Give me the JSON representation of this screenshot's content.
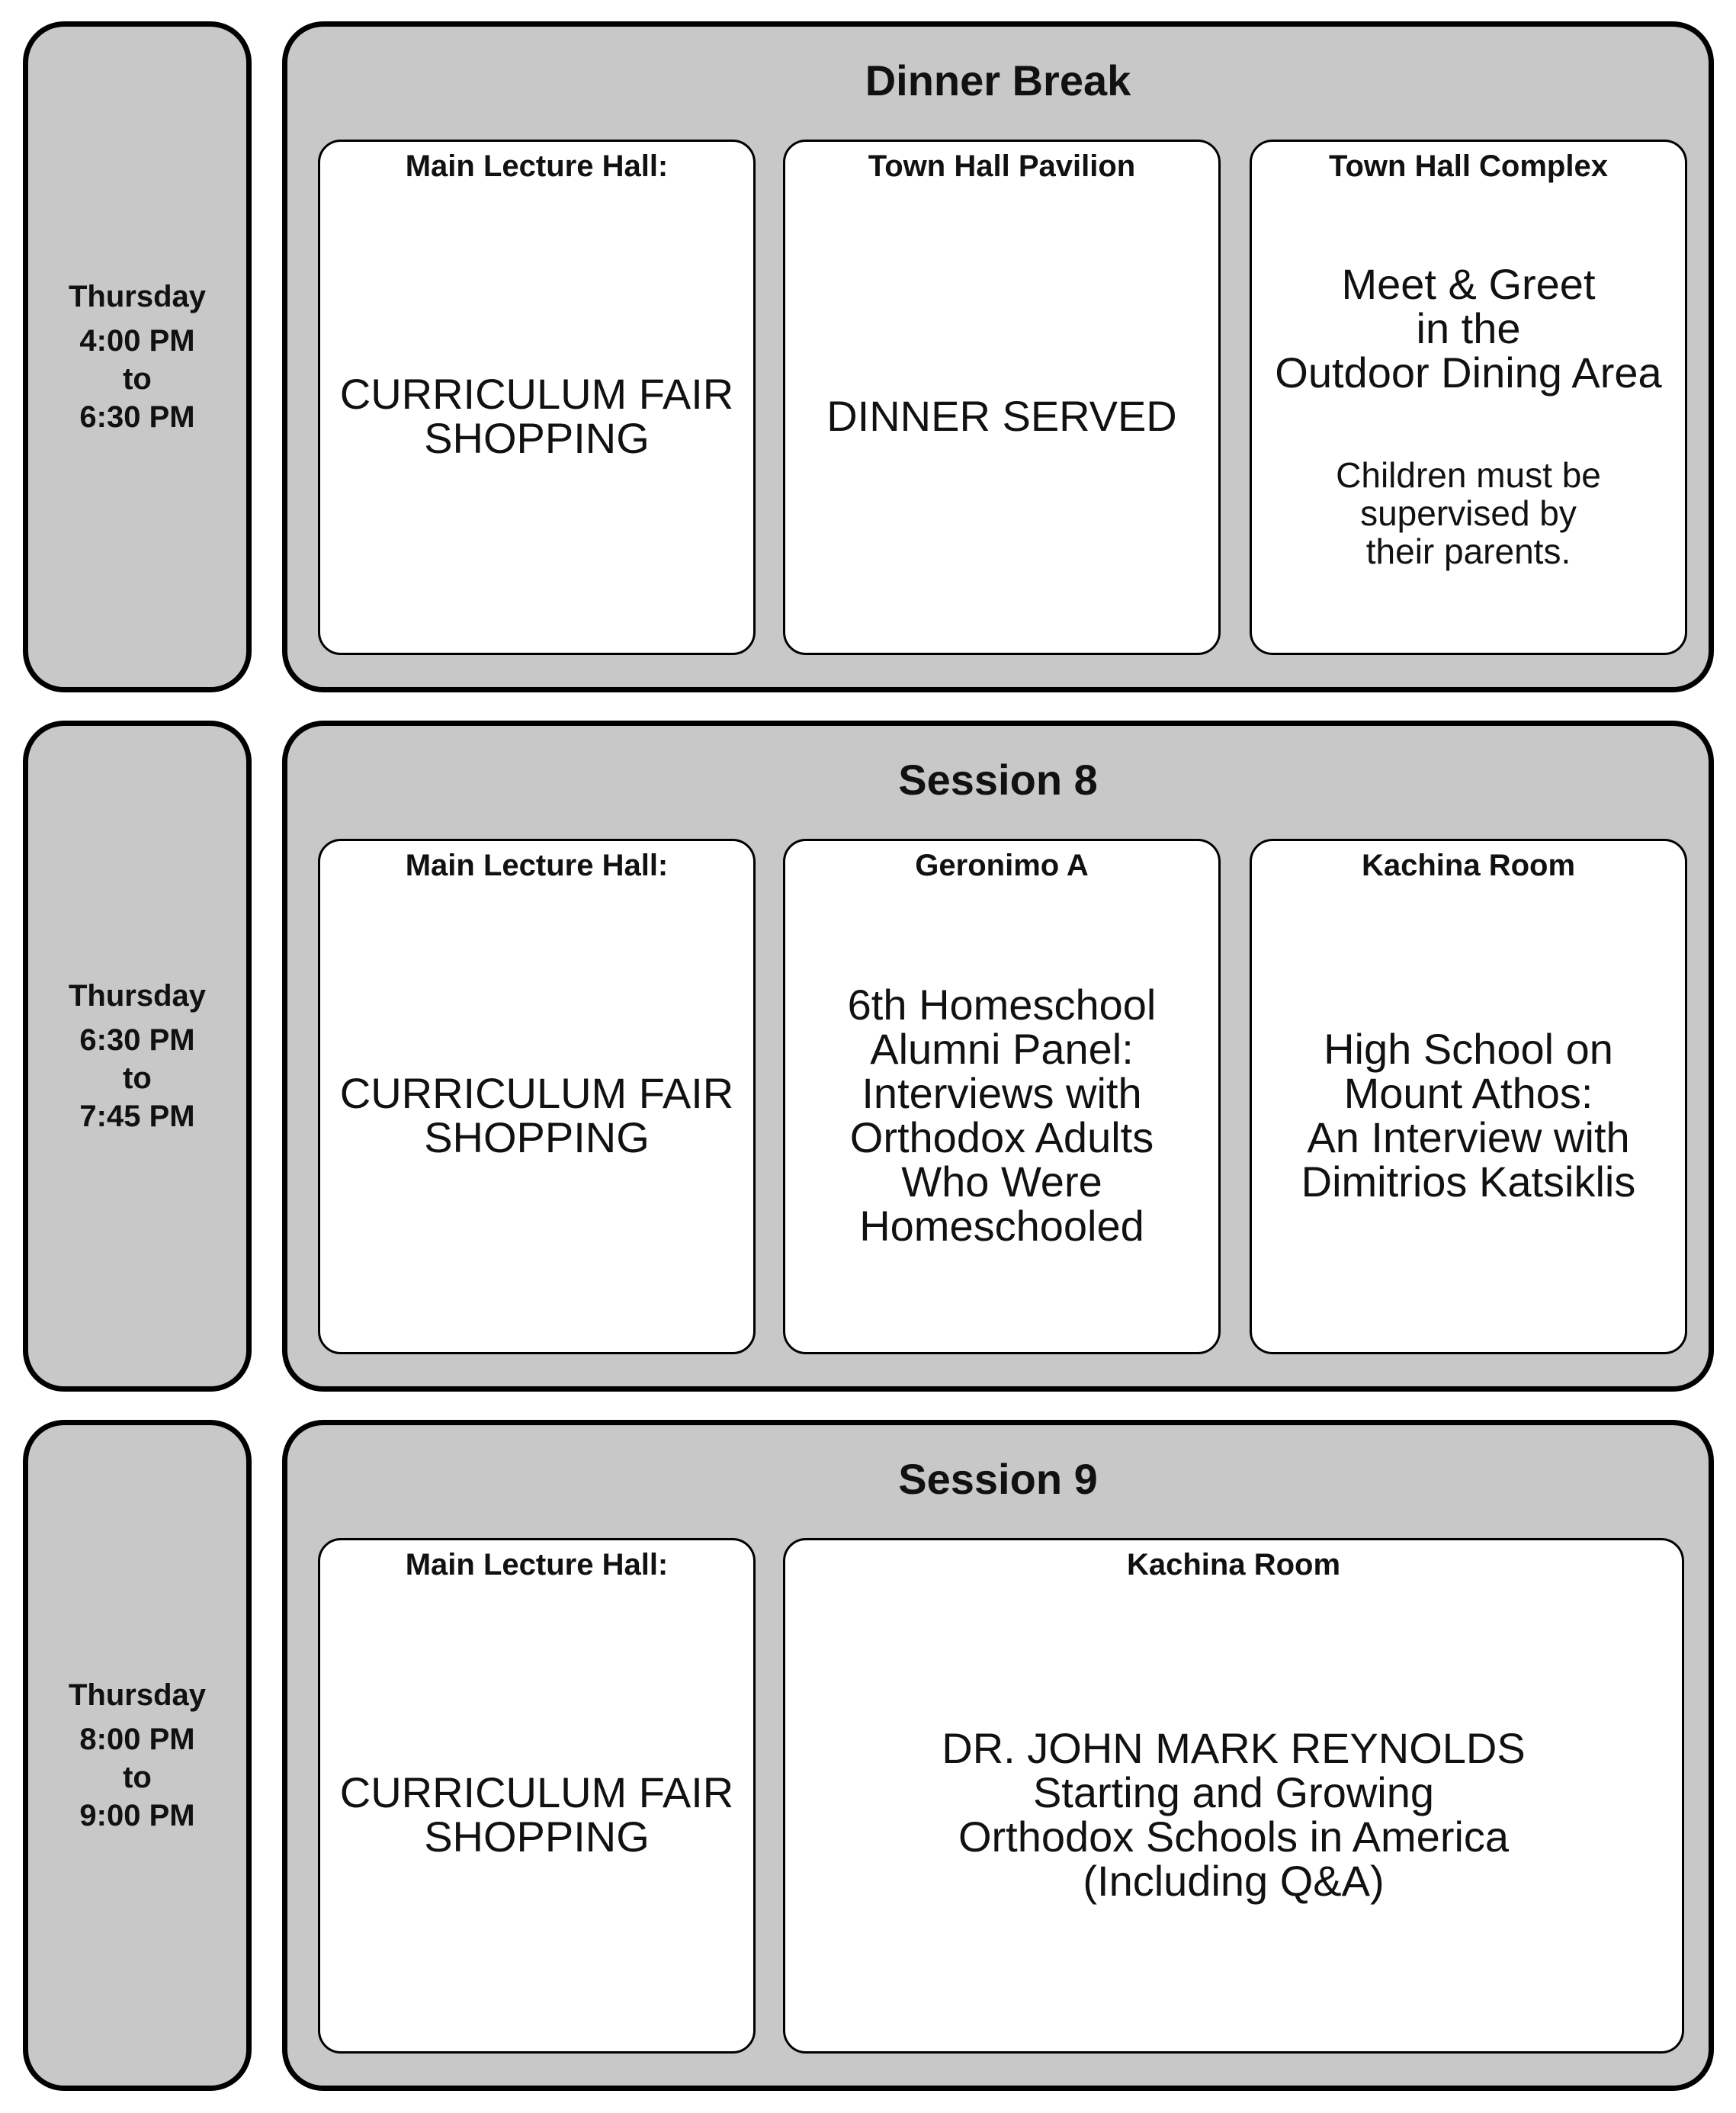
{
  "blocks": [
    {
      "time": {
        "day": "Thursday",
        "start": "4:00 PM",
        "sep": "to",
        "end": "6:30 PM"
      },
      "title": "Dinner Break",
      "rooms": [
        {
          "name": "Main Lecture Hall:",
          "lines": [
            "CURRICULUM FAIR",
            "SHOPPING"
          ]
        },
        {
          "name": "Town Hall Pavilion",
          "lines": [
            "DINNER SERVED"
          ]
        },
        {
          "name": "Town Hall Complex",
          "lines": [
            "Meet & Greet",
            "in the",
            "Outdoor Dining Area"
          ],
          "note": [
            "Children must be",
            "supervised by",
            "their parents."
          ]
        }
      ]
    },
    {
      "time": {
        "day": "Thursday",
        "start": "6:30 PM",
        "sep": "to",
        "end": "7:45 PM"
      },
      "title": "Session 8",
      "rooms": [
        {
          "name": "Main Lecture Hall:",
          "lines": [
            "CURRICULUM FAIR",
            "SHOPPING"
          ]
        },
        {
          "name": "Geronimo A",
          "lines": [
            "6th Homeschool",
            "Alumni Panel:",
            "Interviews with",
            "Orthodox Adults",
            "Who Were",
            "Homeschooled"
          ]
        },
        {
          "name": "Kachina Room",
          "lines": [
            "High School on",
            "Mount Athos:",
            "An Interview with",
            "Dimitrios Katsiklis"
          ]
        }
      ]
    },
    {
      "time": {
        "day": "Thursday",
        "start": "8:00 PM",
        "sep": "to",
        "end": "9:00 PM"
      },
      "title": "Session 9",
      "rooms": [
        {
          "name": "Main Lecture Hall:",
          "lines": [
            "CURRICULUM FAIR",
            "SHOPPING"
          ]
        },
        {
          "name": "Kachina Room",
          "lines": [
            "DR. JOHN MARK REYNOLDS",
            "Starting and Growing",
            "Orthodox Schools in America",
            "(Including Q&A)"
          ]
        }
      ]
    }
  ]
}
